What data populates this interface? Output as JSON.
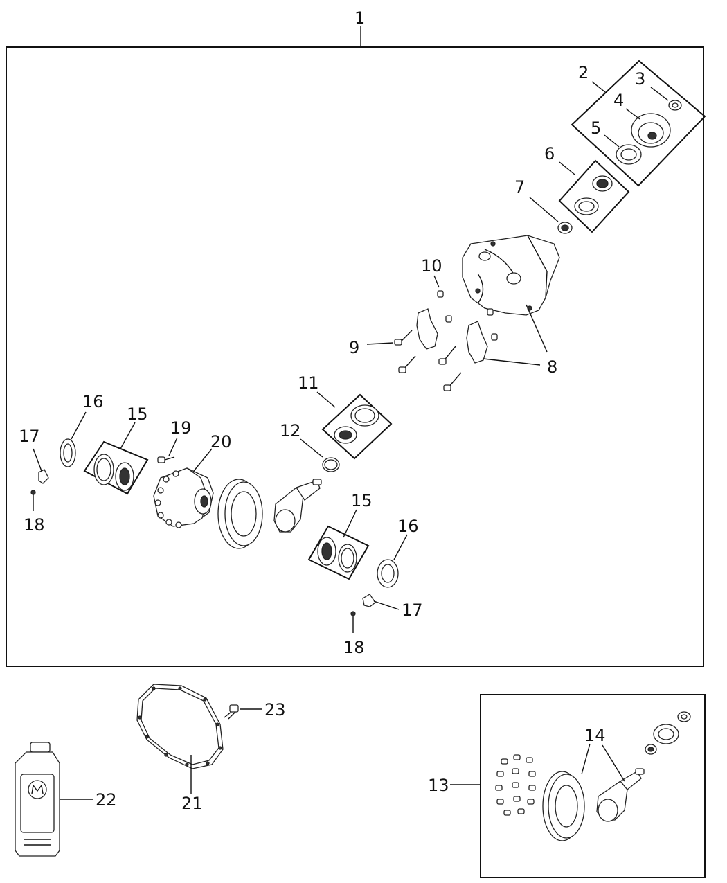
{
  "callouts": {
    "c1": "1",
    "c2": "2",
    "c3": "3",
    "c4": "4",
    "c5": "5",
    "c6": "6",
    "c7": "7",
    "c8": "8",
    "c9": "9",
    "c10": "10",
    "c11": "11",
    "c12": "12",
    "c13": "13",
    "c14": "14",
    "c15a": "15",
    "c15b": "15",
    "c16a": "16",
    "c16b": "16",
    "c17a": "17",
    "c17b": "17",
    "c18a": "18",
    "c18b": "18",
    "c19": "19",
    "c20": "20",
    "c21": "21",
    "c22": "22",
    "c23": "23"
  }
}
